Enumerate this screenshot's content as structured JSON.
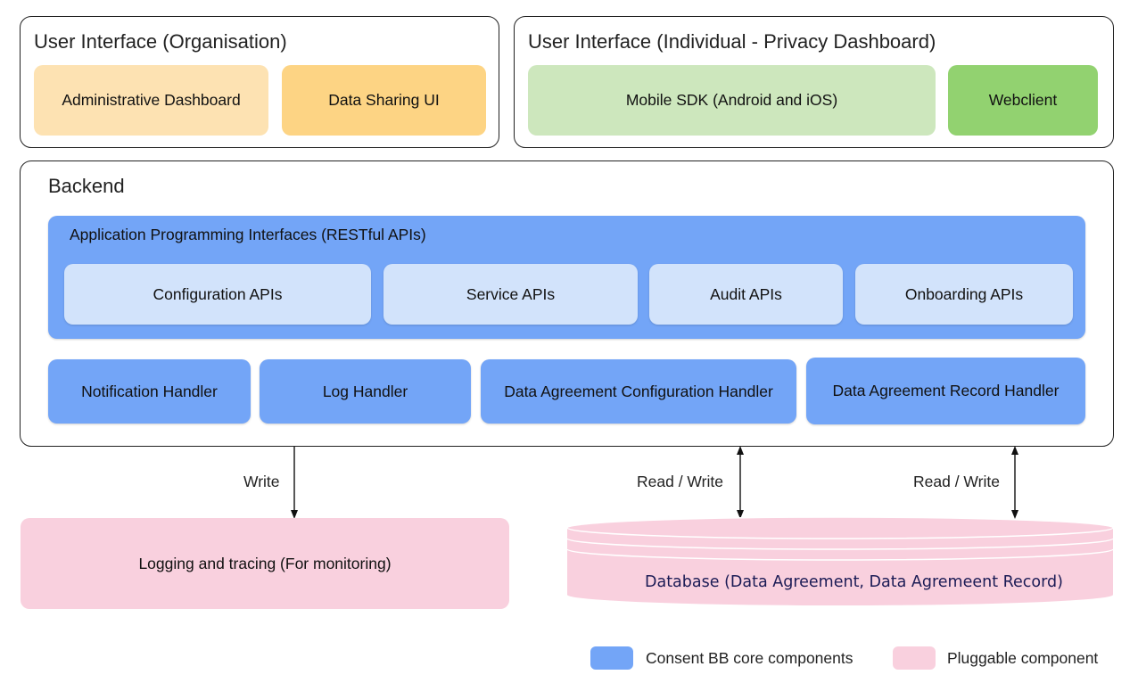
{
  "ui_org": {
    "title": "User Interface (Organisation)",
    "admin_dashboard": "Administrative Dashboard",
    "data_sharing_ui": "Data Sharing UI"
  },
  "ui_individual": {
    "title": "User Interface (Individual - Privacy Dashboard)",
    "mobile_sdk": "Mobile SDK (Android and iOS)",
    "webclient": "Webclient"
  },
  "backend": {
    "title": "Backend",
    "api_panel_title": "Application Programming Interfaces (RESTful APIs)",
    "apis": [
      "Configuration APIs",
      "Service APIs",
      "Audit APIs",
      "Onboarding APIs"
    ],
    "handlers": [
      "Notification Handler",
      "Log Handler",
      "Data Agreement Configuration Handler",
      "Data Agreement Record Handler"
    ]
  },
  "edges": {
    "write": "Write",
    "read_write_1": "Read / Write",
    "read_write_2": "Read / Write"
  },
  "logging": {
    "label": "Logging and tracing (For monitoring)"
  },
  "database": {
    "label": "Database (Data Agreement, Data Agremeent Record)"
  },
  "legend": {
    "core": "Consent BB core components",
    "pluggable": "Pluggable component"
  },
  "colors": {
    "core_blue": "#73a5f7",
    "api_light_blue": "#d2e3fb",
    "org_light": "#fde2b2",
    "org_dark": "#fdd484",
    "ind_light": "#cde7bd",
    "ind_dark": "#92d270",
    "pluggable_pink": "#f9d0de"
  }
}
